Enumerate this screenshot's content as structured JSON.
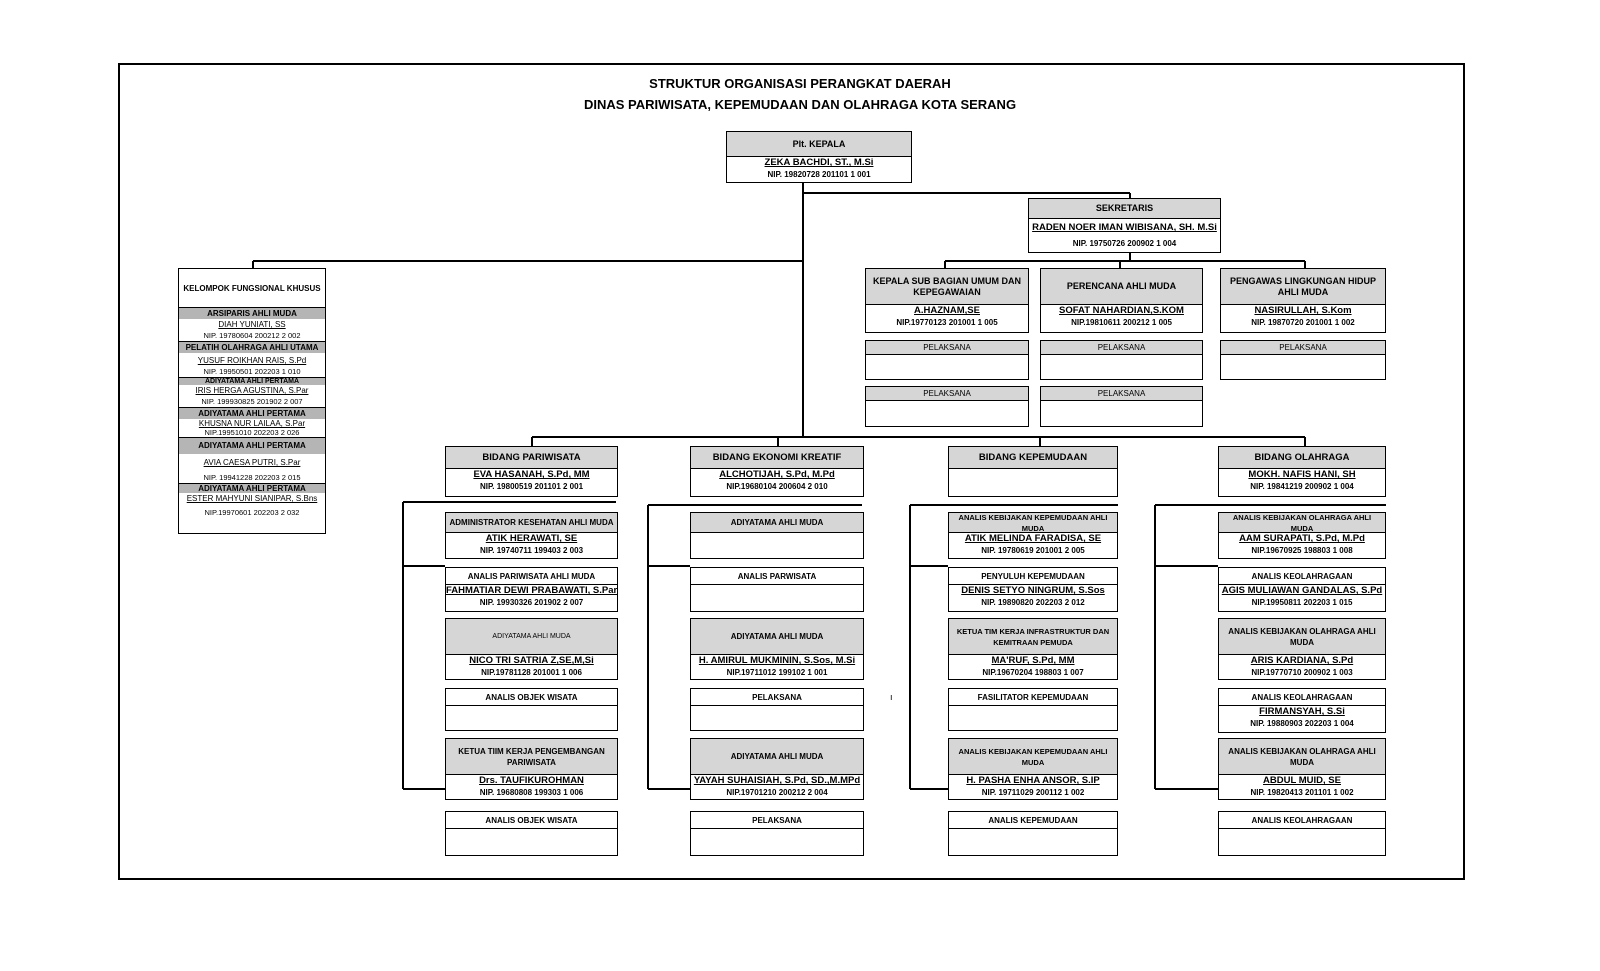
{
  "title_line1": "STRUKTUR ORGANISASI PERANGKAT DAERAH",
  "title_line2": "DINAS PARIWISATA, KEPEMUDAAN DAN OLAHRAGA KOTA SERANG",
  "kepala": {
    "title": "Plt. KEPALA",
    "name": "ZEKA BACHDI, ST., M.Si",
    "nip": "NIP. 19820728 201101 1 001"
  },
  "sekretaris": {
    "title": "SEKRETARIS",
    "name": "RADEN NOER IMAN WIBISANA, SH. M.Si",
    "nip": "NIP. 19750726 200902 1 004"
  },
  "sekretariat": {
    "umum": {
      "title": "KEPALA SUB BAGIAN UMUM DAN KEPEGAWAIAN",
      "name": "A.HAZNAM,SE",
      "nip": "NIP.19770123 201001 1 005"
    },
    "perencana": {
      "title": "PERENCANA AHLI MUDA",
      "name": "SOFAT NAHARDIAN,S.KOM",
      "nip": "NIP.19810611 200212 1 005"
    },
    "pengawas": {
      "title": "PENGAWAS LINGKUNGAN HIDUP AHLI MUDA",
      "name": "NASIRULLAH, S.Kom",
      "nip": "NIP. 19870720 201001 1 002"
    },
    "pelaksana": "PELAKSANA"
  },
  "fungsional": {
    "title": "KELOMPOK FUNGSIONAL KHUSUS",
    "items": [
      {
        "title": "ARSIPARIS AHLI MUDA",
        "name": "DIAH YUNIATI, SS",
        "nip": "NIP. 19780604 200212 2 002"
      },
      {
        "title": "PELATIH OLAHRAGA AHLI UTAMA",
        "name": "YUSUF ROIKHAN RAIS, S.Pd",
        "nip": "NIP. 19950501 202203 1 010"
      },
      {
        "title": "ADIYATAMA AHLI PERTAMA",
        "name": "IRIS HERGA AGUSTINA, S.Par",
        "nip": "NIP. 199930825 201902 2 007"
      },
      {
        "title": "ADIYATAMA AHLI PERTAMA",
        "name": "KHUSNA NUR LAILAA, S.Par",
        "nip": "NIP.19951010 202203 2 026"
      },
      {
        "title": "ADIYATAMA AHLI PERTAMA",
        "name": "AVIA CAESA PUTRI, S.Par",
        "nip": "NIP. 19941228 202203 2 015"
      },
      {
        "title": "ADIYATAMA AHLI PERTAMA",
        "name": "ESTER MAHYUNI SIANIPAR, S.Bns",
        "nip": "NIP.19970601 202203 2 032"
      }
    ]
  },
  "bidang": [
    {
      "title": "BIDANG PARIWISATA",
      "name": "EVA HASANAH, S.Pd, MM",
      "nip": "NIP. 19800519 201101 2 001",
      "rows": [
        {
          "title": "ADMINISTRATOR KESEHATAN AHLI MUDA",
          "name": "ATIK HERAWATI, SE",
          "nip": "NIP. 19740711 199403 2 003"
        },
        {
          "title": "ANALIS PARIWISATA AHLI MUDA",
          "name": "FAHMATIAR DEWI PRABAWATI, S.Par",
          "nip": "NIP. 19930326 201902 2 007"
        },
        {
          "title": "ADIYATAMA AHLI MUDA",
          "name": "NICO TRI SATRIA Z,SE,M,Si",
          "nip": "NIP.19781128 201001 1 006"
        },
        {
          "title": "ANALIS OBJEK WISATA",
          "name": "",
          "nip": ""
        },
        {
          "title": "KETUA TIIM KERJA PENGEMBANGAN PARIWISATA",
          "name": "Drs. TAUFIKUROHMAN",
          "nip": "NIP. 19680808 199303 1 006"
        },
        {
          "title": "ANALIS OBJEK WISATA",
          "name": "",
          "nip": ""
        }
      ]
    },
    {
      "title": "BIDANG EKONOMI KREATIF",
      "name": "ALCHOTIJAH, S.Pd, M.Pd",
      "nip": "NIP.19680104 200604 2 010",
      "rows": [
        {
          "title": "ADIYATAMA AHLI MUDA",
          "name": "",
          "nip": ""
        },
        {
          "title": "ANALIS PARWISATA",
          "name": "",
          "nip": ""
        },
        {
          "title": "ADIYATAMA AHLI MUDA",
          "name": "H. AMIRUL MUKMININ, S.Sos, M.Si",
          "nip": "NIP.19711012 199102 1 001"
        },
        {
          "title": "PELAKSANA",
          "name": "",
          "nip": ""
        },
        {
          "title": "ADIYATAMA AHLI MUDA",
          "name": "YAYAH SUHAISIAH, S.Pd, SD.,M.MPd",
          "nip": "NIP.19701210 200212 2 004"
        },
        {
          "title": "PELAKSANA",
          "name": "",
          "nip": ""
        }
      ]
    },
    {
      "title": "BIDANG KEPEMUDAAN",
      "name": "",
      "nip": "",
      "rows": [
        {
          "title": "ANALIS KEBIJAKAN KEPEMUDAAN AHLI MUDA",
          "name": "ATIK MELINDA FARADISA, SE",
          "nip": "NIP. 19780619 201001 2 005"
        },
        {
          "title": "PENYULUH KEPEMUDAAN",
          "name": "DENIS SETYO NINGRUM, S.Sos",
          "nip": "NIP. 19890820 202203 2 012"
        },
        {
          "title": "KETUA TIM KERJA INFRASTRUKTUR DAN KEMITRAAN PEMUDA",
          "name": "MA'RUF, S.Pd, MM",
          "nip": "NIP.19670204 198803 1 007"
        },
        {
          "title": "FASILITATOR KEPEMUDAAN",
          "name": "",
          "nip": ""
        },
        {
          "title": "ANALIS KEBIJAKAN KEPEMUDAAN AHLI MUDA",
          "name": "H. PASHA ENHA ANSOR, S.IP",
          "nip": "NIP. 19711029 200112 1 002"
        },
        {
          "title": "ANALIS KEPEMUDAAN",
          "name": "",
          "nip": ""
        }
      ]
    },
    {
      "title": "BIDANG OLAHRAGA",
      "name": "MOKH. NAFIS HANI, SH",
      "nip": "NIP. 19841219 200902 1 004",
      "rows": [
        {
          "title": "ANALIS KEBIJAKAN OLAHRAGA AHLI MUDA",
          "name": "AAM SURAPATI, S.Pd, M.Pd",
          "nip": "NIP.19670925 198803 1 008"
        },
        {
          "title": "ANALIS KEOLAHRAGAAN",
          "name": "AGIS MULIAWAN GANDALAS, S.Pd",
          "nip": "NIP.19950811 202203 1 015"
        },
        {
          "title": "ANALIS KEBIJAKAN OLAHRAGA AHLI MUDA",
          "name": "ARIS KARDIANA, S.Pd",
          "nip": "NIP.19770710 200902 1 003"
        },
        {
          "title": "ANALIS KEOLAHRAGAAN",
          "name": "FIRMANSYAH, S.Si",
          "nip": "NIP. 19880903 202203 1 004"
        },
        {
          "title": "ANALIS KEBIJAKAN OLAHRAGA AHLI MUDA",
          "name": "ABDUL MUID, SE",
          "nip": "NIP. 19820413 201101 1 002"
        },
        {
          "title": "ANALIS KEOLAHRAGAAN",
          "name": "",
          "nip": ""
        }
      ]
    }
  ],
  "stray_mark": "ı"
}
